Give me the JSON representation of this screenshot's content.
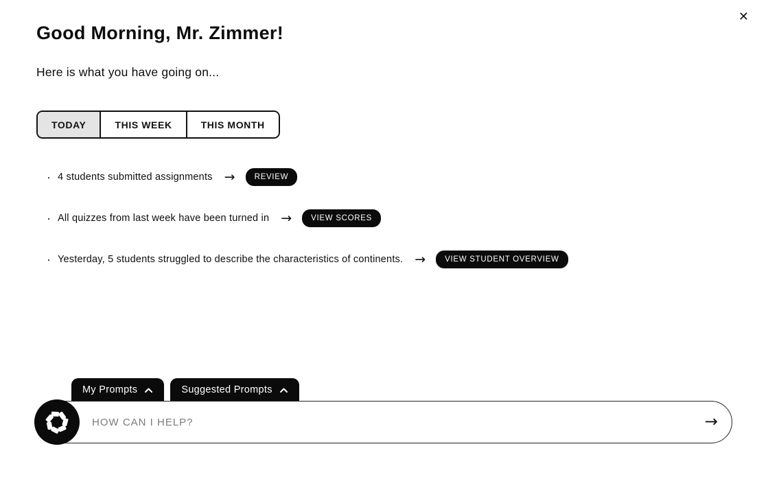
{
  "header": {
    "title": "Good Morning, Mr. Zimmer!",
    "subtitle": "Here is what you have going on..."
  },
  "close": {
    "glyph": "✕"
  },
  "period_tabs": {
    "items": [
      {
        "label": "TODAY",
        "selected": true
      },
      {
        "label": "THIS WEEK",
        "selected": false
      },
      {
        "label": "THIS MONTH",
        "selected": false
      }
    ]
  },
  "events": [
    {
      "text": "4 students submitted assignments",
      "action": "REVIEW"
    },
    {
      "text": "All quizzes from last week have been turned in",
      "action": "VIEW SCORES"
    },
    {
      "text": "Yesterday, 5 students struggled to describe the characteristics of continents.",
      "action": "VIEW STUDENT OVERVIEW"
    }
  ],
  "icons": {
    "bullet": "·",
    "arrow_right": "→"
  },
  "prompt_bar": {
    "tabs": [
      {
        "label": "My Prompts"
      },
      {
        "label": "Suggested Prompts"
      }
    ],
    "input_placeholder": "HOW CAN I HELP?",
    "send_glyph": "→"
  },
  "colors": {
    "background": "#ffffff",
    "primary_text": "#0c0c0c",
    "button_bg": "#0b0b0b",
    "button_text": "#ffffff",
    "selected_segment_bg": "#e4e4e4",
    "placeholder_text": "#7b7b7b"
  }
}
